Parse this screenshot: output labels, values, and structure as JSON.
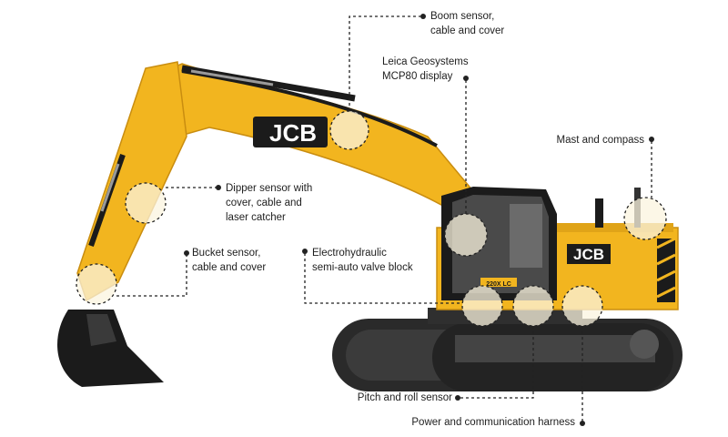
{
  "brand": {
    "logo_text": "JCB",
    "model_badge": "220X LC",
    "yellow": "#f2b51f",
    "dark": "#1b1b1b"
  },
  "colors": {
    "machine_yellow": "#f2b51f",
    "machine_shadow": "#c98d10",
    "track": "#2a2a2a",
    "leader": "#222222",
    "callout_fill": "#fbf4df"
  },
  "labels": {
    "boom": "Boom sensor,\ncable and cover",
    "display": "Leica Geosystems\nMCP80 display",
    "mast": "Mast and compass",
    "dipper": "Dipper sensor with\ncover, cable and\nlaser catcher",
    "bucket": "Bucket sensor,\ncable and cover",
    "valve": "Electrohydraulic\nsemi-auto valve block",
    "pitch": "Pitch and roll sensor",
    "harness": "Power and communication harness"
  }
}
